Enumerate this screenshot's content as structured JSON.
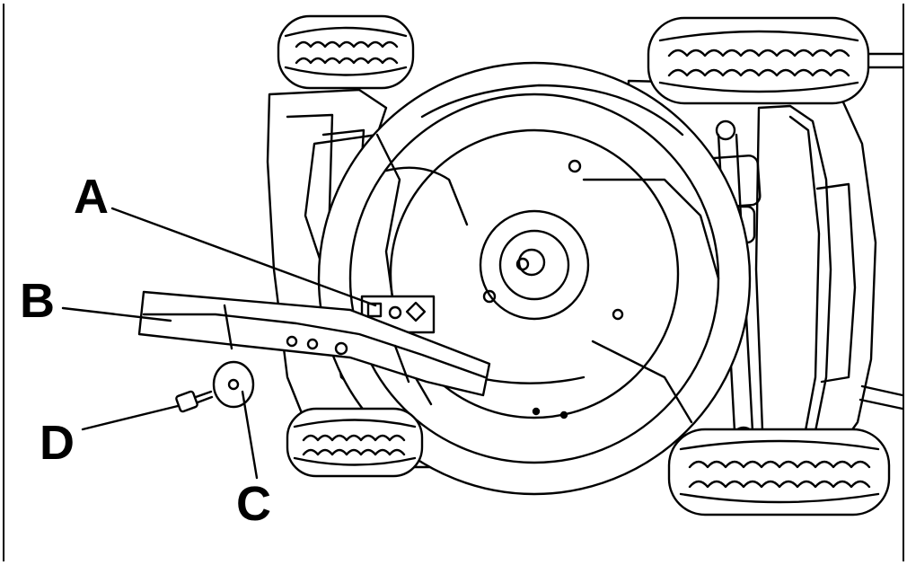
{
  "callouts": {
    "a": "A",
    "b": "B",
    "c": "C",
    "d": "D"
  },
  "colors": {
    "line": "#000000",
    "fill": "#ffffff",
    "shade": "#dcdcdc"
  },
  "icons": [
    "lawn-mower-underside-drawing",
    "blade",
    "washer",
    "bolt",
    "blade-mount"
  ]
}
